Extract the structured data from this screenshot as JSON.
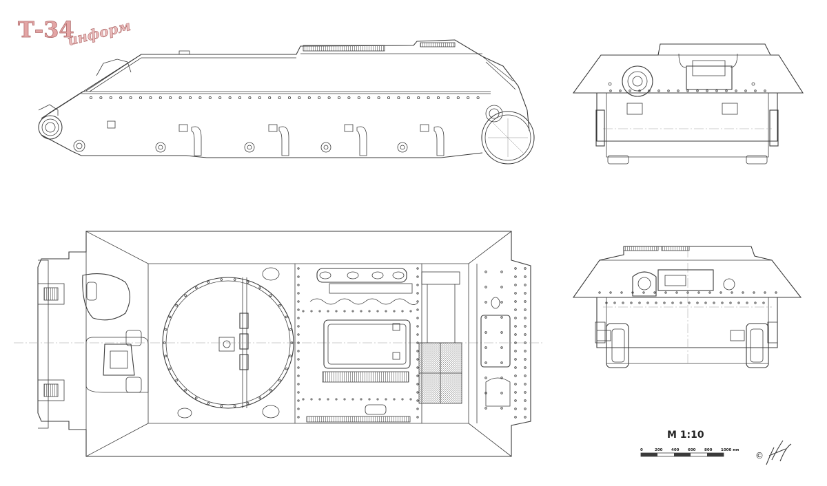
{
  "logo": {
    "main": "Т-34",
    "sub": "информ"
  },
  "scale": {
    "title": "М 1:10",
    "ticks": [
      "0",
      "200",
      "400",
      "600",
      "800",
      "1000 мм"
    ]
  },
  "copyright": "©"
}
